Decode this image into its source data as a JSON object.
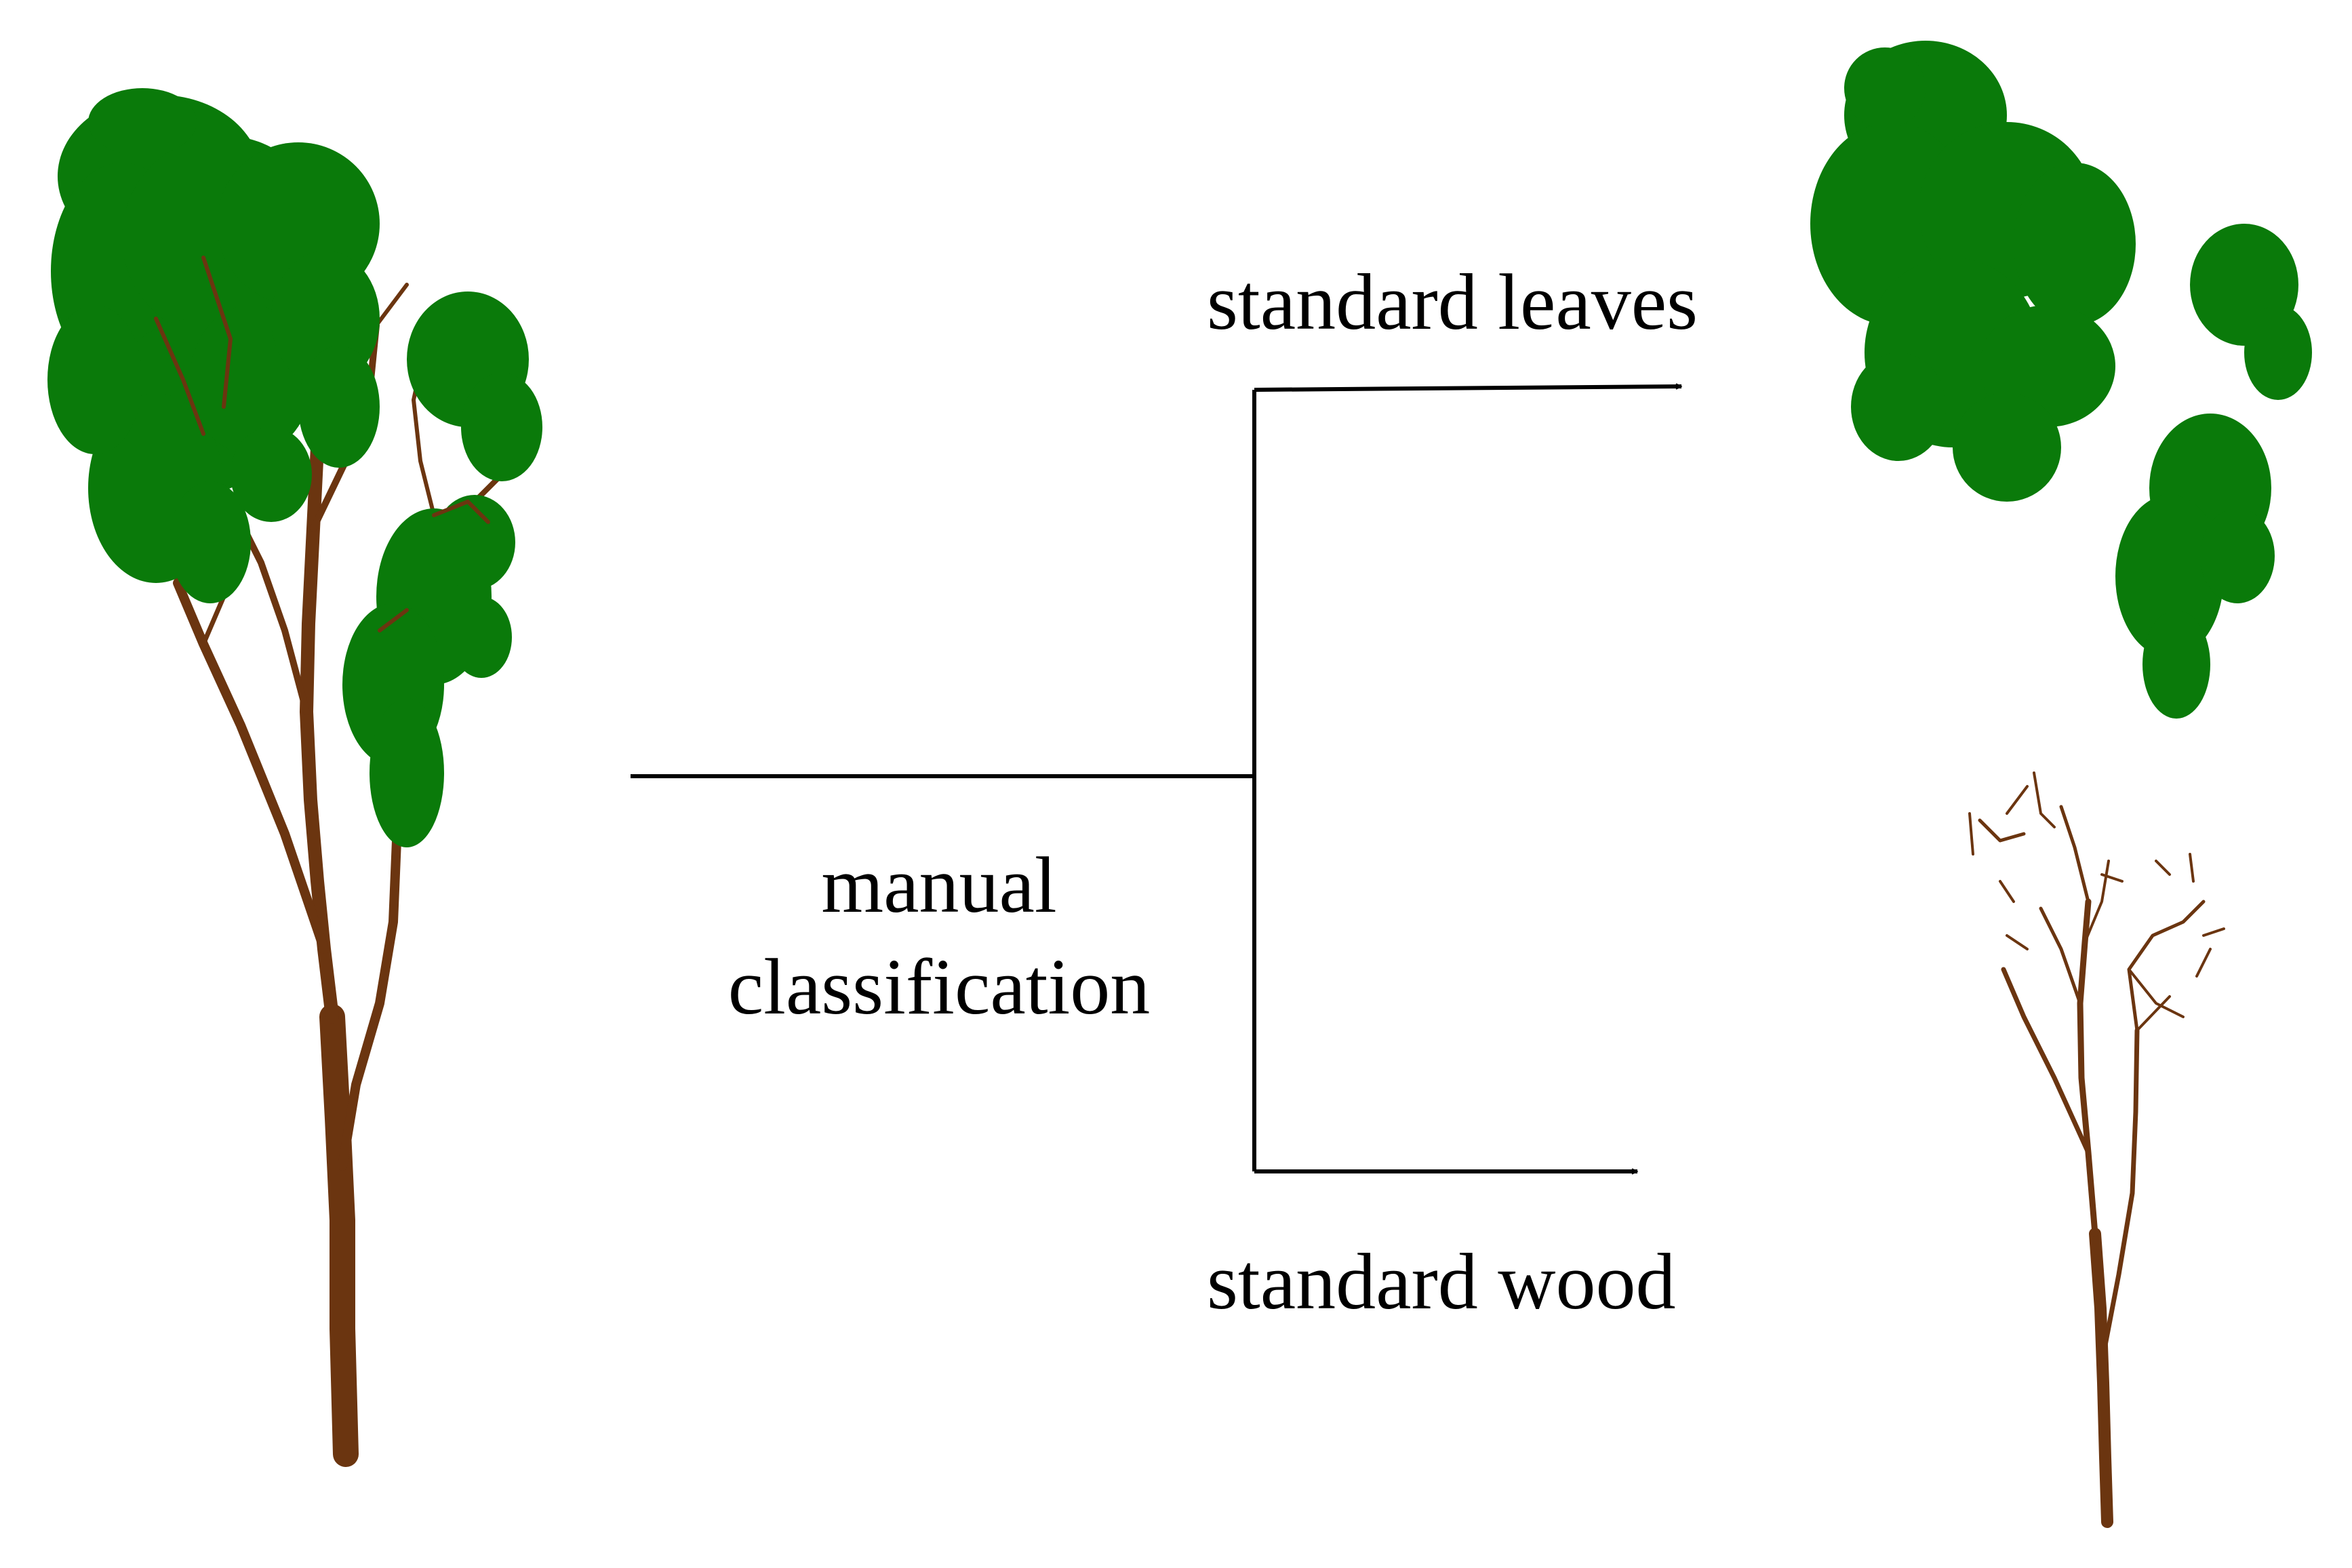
{
  "labels": {
    "process_line1": "manual",
    "process_line2": "classification",
    "output_leaves": "standard leaves",
    "output_wood": "standard wood"
  },
  "colors": {
    "leaves": "#0a7a0a",
    "wood": "#6b3510",
    "line": "#000000",
    "background": "#ffffff"
  },
  "images": {
    "input_tree": "full-tree-point-cloud",
    "leaves_output": "leaf-points-only",
    "wood_output": "wood-points-only"
  }
}
